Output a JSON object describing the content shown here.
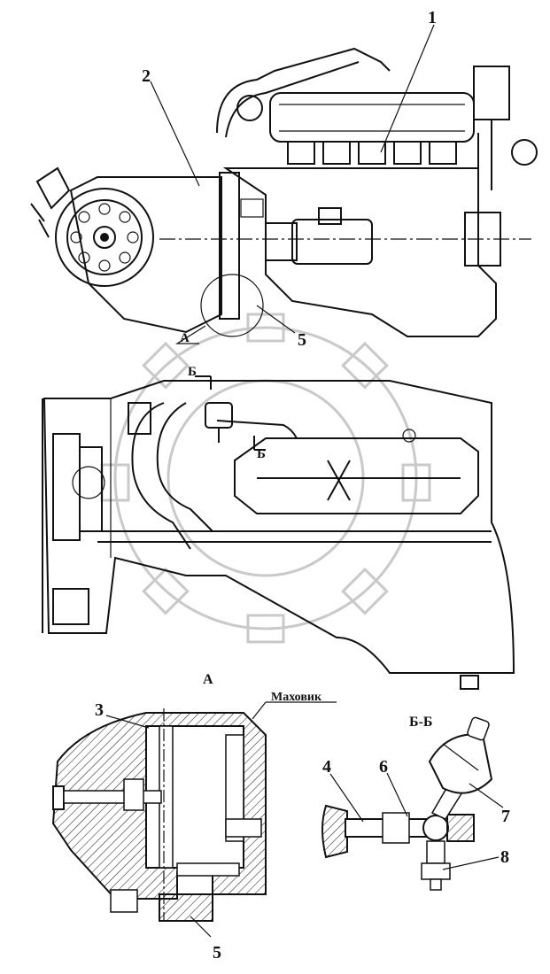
{
  "callouts": [
    "1",
    "2",
    "3",
    "4",
    "5",
    "6",
    "7",
    "8"
  ],
  "views": {
    "view_a_marker": "А",
    "section_b_marker": "Б",
    "view_a_title": "А",
    "section_bb_title": "Б-Б",
    "flywheel_label": "Маховик"
  }
}
